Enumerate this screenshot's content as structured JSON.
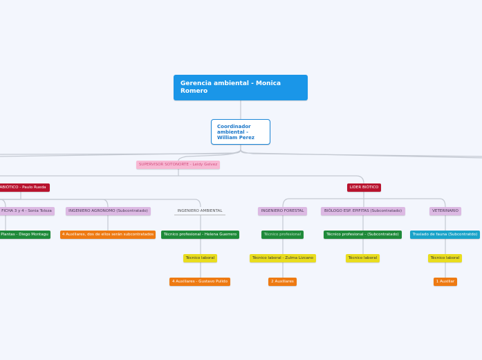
{
  "root": {
    "label": "Gerencia ambiental - Monica Romero"
  },
  "coordinator": {
    "label": "Coordinador ambiental - William Perez"
  },
  "supervisor": {
    "label": "SUPERVISOR SOTONORTE - Leidy Gelvez"
  },
  "leaders": {
    "abiotico": "ABIÓTICO - Paulo Rueda",
    "biotico": "LIDER BIÓTICO"
  },
  "roles": [
    "FICHA 3 y 4 - Sonia Toloza",
    "INGENIERO AGRONOMO (Subcontratado)",
    "INGENIERO AMBIENTAL",
    "INGENIERO FORESTAL",
    "BIÓLOGO ESP. EPIFITAS (Subcontratado)",
    "VETERINARIO"
  ],
  "level2": [
    "Plantas - Diego Montagu",
    "4 Auxiliares, dos de ellos serán subcontratados",
    "Técnico profesional - Helena Guerrero",
    "Técnico profesional",
    "Técnico profesional - (Subcontratado)",
    "Traslado de fauna (Subcontratdo)"
  ],
  "level3": [
    "Técnico laboral",
    "Técnico laboral - Zulma Lizcano",
    "Técnico laboral",
    "Técnico laboral"
  ],
  "level4": [
    "4 Auxiliares - Gustavo Pulido",
    "2 Auxiliares",
    "1 Auxiliar"
  ],
  "colors": {
    "root": "#1a96e8",
    "leader": "#b8132e",
    "supervisor": "#f8b8d3",
    "role": "#dcb9e3",
    "professional": "#1f8a3a",
    "auxiliary": "#ee7a12",
    "technician": "#e9dd1e",
    "fauna": "#1aa3c9"
  }
}
